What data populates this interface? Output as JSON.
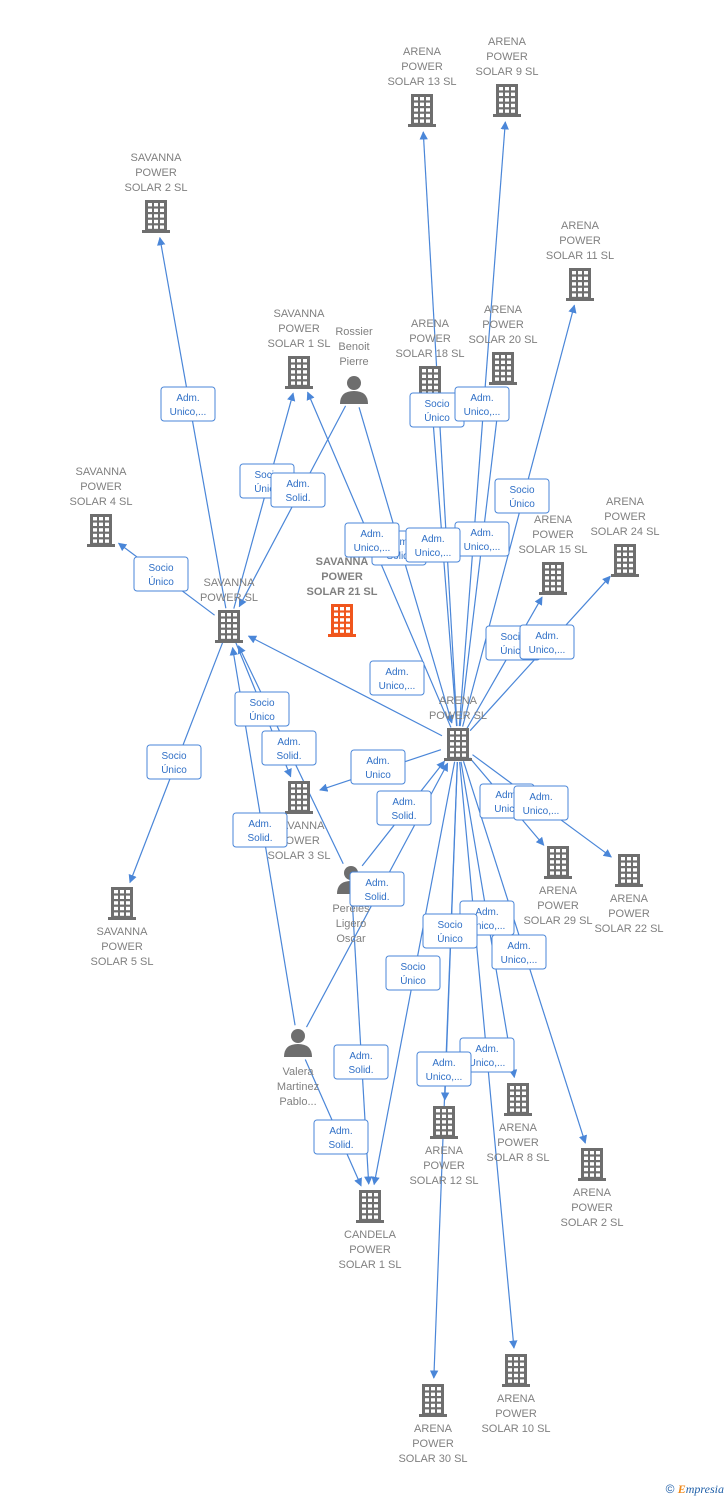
{
  "colors": {
    "company": "#6e6e6e",
    "highlight": "#f0561d",
    "person": "#6e6e6e",
    "edge": "#4a86d8"
  },
  "nodes": [
    {
      "id": "n_as13",
      "type": "company",
      "label": [
        "ARENA",
        "POWER",
        "SOLAR 13  SL"
      ]
    },
    {
      "id": "n_as9",
      "type": "company",
      "label": [
        "ARENA",
        "POWER",
        "SOLAR 9  SL"
      ]
    },
    {
      "id": "n_ss2",
      "type": "company",
      "label": [
        "SAVANNA",
        "POWER",
        "SOLAR 2  SL"
      ]
    },
    {
      "id": "n_as11",
      "type": "company",
      "label": [
        "ARENA",
        "POWER",
        "SOLAR 11  SL"
      ]
    },
    {
      "id": "n_ss1",
      "type": "company",
      "label": [
        "SAVANNA",
        "POWER",
        "SOLAR 1  SL"
      ]
    },
    {
      "id": "n_rossier",
      "type": "person",
      "label": [
        "Rossier",
        "Benoit",
        "Pierre"
      ]
    },
    {
      "id": "n_as18",
      "type": "company",
      "label": [
        "ARENA",
        "POWER",
        "SOLAR 18  SL"
      ]
    },
    {
      "id": "n_as20",
      "type": "company",
      "label": [
        "ARENA",
        "POWER",
        "SOLAR 20  SL"
      ]
    },
    {
      "id": "n_ss4",
      "type": "company",
      "label": [
        "SAVANNA",
        "POWER",
        "SOLAR 4  SL"
      ]
    },
    {
      "id": "n_as24",
      "type": "company",
      "label": [
        "ARENA",
        "POWER",
        "SOLAR 24  SL"
      ]
    },
    {
      "id": "n_ss21",
      "type": "main",
      "label": [
        "SAVANNA",
        "POWER",
        "SOLAR 21  SL"
      ]
    },
    {
      "id": "n_as15",
      "type": "company",
      "label": [
        "ARENA",
        "POWER",
        "SOLAR 15  SL"
      ]
    },
    {
      "id": "n_sp",
      "type": "company",
      "label": [
        "SAVANNA",
        "POWER  SL"
      ]
    },
    {
      "id": "n_ap",
      "type": "company",
      "label": [
        "ARENA",
        "POWER  SL"
      ]
    },
    {
      "id": "n_ss3",
      "type": "company",
      "label": [
        "SAVANNA",
        "POWER",
        "SOLAR 3  SL"
      ]
    },
    {
      "id": "n_pereles",
      "type": "person",
      "label": [
        "Pereles",
        "Ligero",
        "Oscar"
      ]
    },
    {
      "id": "n_as29",
      "type": "company",
      "label": [
        "ARENA",
        "POWER",
        "SOLAR 29  SL"
      ]
    },
    {
      "id": "n_as22",
      "type": "company",
      "label": [
        "ARENA",
        "POWER",
        "SOLAR 22  SL"
      ]
    },
    {
      "id": "n_ss5",
      "type": "company",
      "label": [
        "SAVANNA",
        "POWER",
        "SOLAR 5  SL"
      ]
    },
    {
      "id": "n_valera",
      "type": "person",
      "label": [
        "Valera",
        "Martinez",
        "Pablo..."
      ]
    },
    {
      "id": "n_as8",
      "type": "company",
      "label": [
        "ARENA",
        "POWER",
        "SOLAR 8  SL"
      ]
    },
    {
      "id": "n_as12",
      "type": "company",
      "label": [
        "ARENA",
        "POWER",
        "SOLAR 12  SL"
      ]
    },
    {
      "id": "n_as2",
      "type": "company",
      "label": [
        "ARENA",
        "POWER",
        "SOLAR 2  SL"
      ]
    },
    {
      "id": "n_cp1",
      "type": "company",
      "label": [
        "CANDELA",
        "POWER",
        "SOLAR 1  SL"
      ]
    },
    {
      "id": "n_as10",
      "type": "company",
      "label": [
        "ARENA",
        "POWER",
        "SOLAR 10  SL"
      ]
    },
    {
      "id": "n_as30",
      "type": "company",
      "label": [
        "ARENA",
        "POWER",
        "SOLAR 30  SL"
      ]
    }
  ],
  "edges": [
    {
      "from": "n_sp",
      "to": "n_ss2",
      "label": [
        "Adm.",
        "Unico,..."
      ]
    },
    {
      "from": "n_sp",
      "to": "n_ss1",
      "label": [
        "Socio",
        "Único"
      ]
    },
    {
      "from": "n_sp",
      "to": "n_ss4",
      "label": [
        "Socio",
        "Único"
      ]
    },
    {
      "from": "n_sp",
      "to": "n_ss5",
      "label": [
        "Socio",
        "Único"
      ]
    },
    {
      "from": "n_sp",
      "to": "n_ss3",
      "label": [
        "Socio",
        "Único"
      ]
    },
    {
      "from": "n_rossier",
      "to": "n_sp",
      "label": [
        "Adm.",
        "Solid."
      ]
    },
    {
      "from": "n_rossier",
      "to": "n_ap",
      "label": [
        "Adm.",
        "Solid."
      ]
    },
    {
      "from": "n_ap",
      "to": "n_ss1",
      "label": [
        "Adm.",
        "Unico"
      ]
    },
    {
      "from": "n_ap",
      "to": "n_sp",
      "label": [
        "Adm.",
        "Unico,..."
      ]
    },
    {
      "from": "n_ap",
      "to": "n_as13",
      "label": [
        "Socio",
        "Único"
      ]
    },
    {
      "from": "n_ap",
      "to": "n_as9",
      "label": [
        "Adm.",
        "Unico,..."
      ]
    },
    {
      "from": "n_ap",
      "to": "n_as18",
      "label": [
        "Adm.",
        "Unico,..."
      ]
    },
    {
      "from": "n_ap",
      "to": "n_as20",
      "label": [
        "Socio",
        "Único"
      ]
    },
    {
      "from": "n_ap",
      "to": "n_as11",
      "label": [
        "Socio",
        "Único"
      ]
    },
    {
      "from": "n_ap",
      "to": "n_as15",
      "label": [
        "Adm.",
        "Unico,..."
      ]
    },
    {
      "from": "n_ap",
      "to": "n_as24",
      "label": [
        "Adm.",
        "Unico,..."
      ]
    },
    {
      "from": "n_ap",
      "to": "n_ss3",
      "label": [
        "Adm.",
        "Unico"
      ]
    },
    {
      "from": "n_ap",
      "to": "n_as29",
      "label": [
        "Adm.",
        "Unico,..."
      ]
    },
    {
      "from": "n_ap",
      "to": "n_as22",
      "label": [
        "Adm.",
        "Unico,..."
      ]
    },
    {
      "from": "n_ap",
      "to": "n_as8",
      "label": [
        "Adm.",
        "Unico,..."
      ]
    },
    {
      "from": "n_ap",
      "to": "n_as12",
      "label": [
        "Adm.",
        "Unico,..."
      ]
    },
    {
      "from": "n_ap",
      "to": "n_as2",
      "label": [
        "Adm.",
        "Unico,..."
      ]
    },
    {
      "from": "n_ap",
      "to": "n_as10",
      "label": [
        "Adm.",
        "Unico,..."
      ]
    },
    {
      "from": "n_ap",
      "to": "n_as30",
      "label": [
        "Socio",
        "Único"
      ]
    },
    {
      "from": "n_ap",
      "to": "n_cp1",
      "label": [
        "Socio",
        "Único"
      ]
    },
    {
      "from": "n_pereles",
      "to": "n_sp",
      "label": [
        "Adm.",
        "Solid."
      ]
    },
    {
      "from": "n_pereles",
      "to": "n_ap",
      "label": [
        "Adm.",
        "Solid."
      ]
    },
    {
      "from": "n_pereles",
      "to": "n_cp1",
      "label": [
        "Adm.",
        "Solid."
      ]
    },
    {
      "from": "n_valera",
      "to": "n_sp",
      "label": [
        "Adm.",
        "Solid."
      ]
    },
    {
      "from": "n_valera",
      "to": "n_ap",
      "label": [
        "Adm.",
        "Solid."
      ]
    },
    {
      "from": "n_valera",
      "to": "n_cp1",
      "label": [
        "Adm.",
        "Solid."
      ]
    }
  ],
  "footer": {
    "copyright": "©",
    "brand_first": "E",
    "brand_rest": "mpresia"
  }
}
